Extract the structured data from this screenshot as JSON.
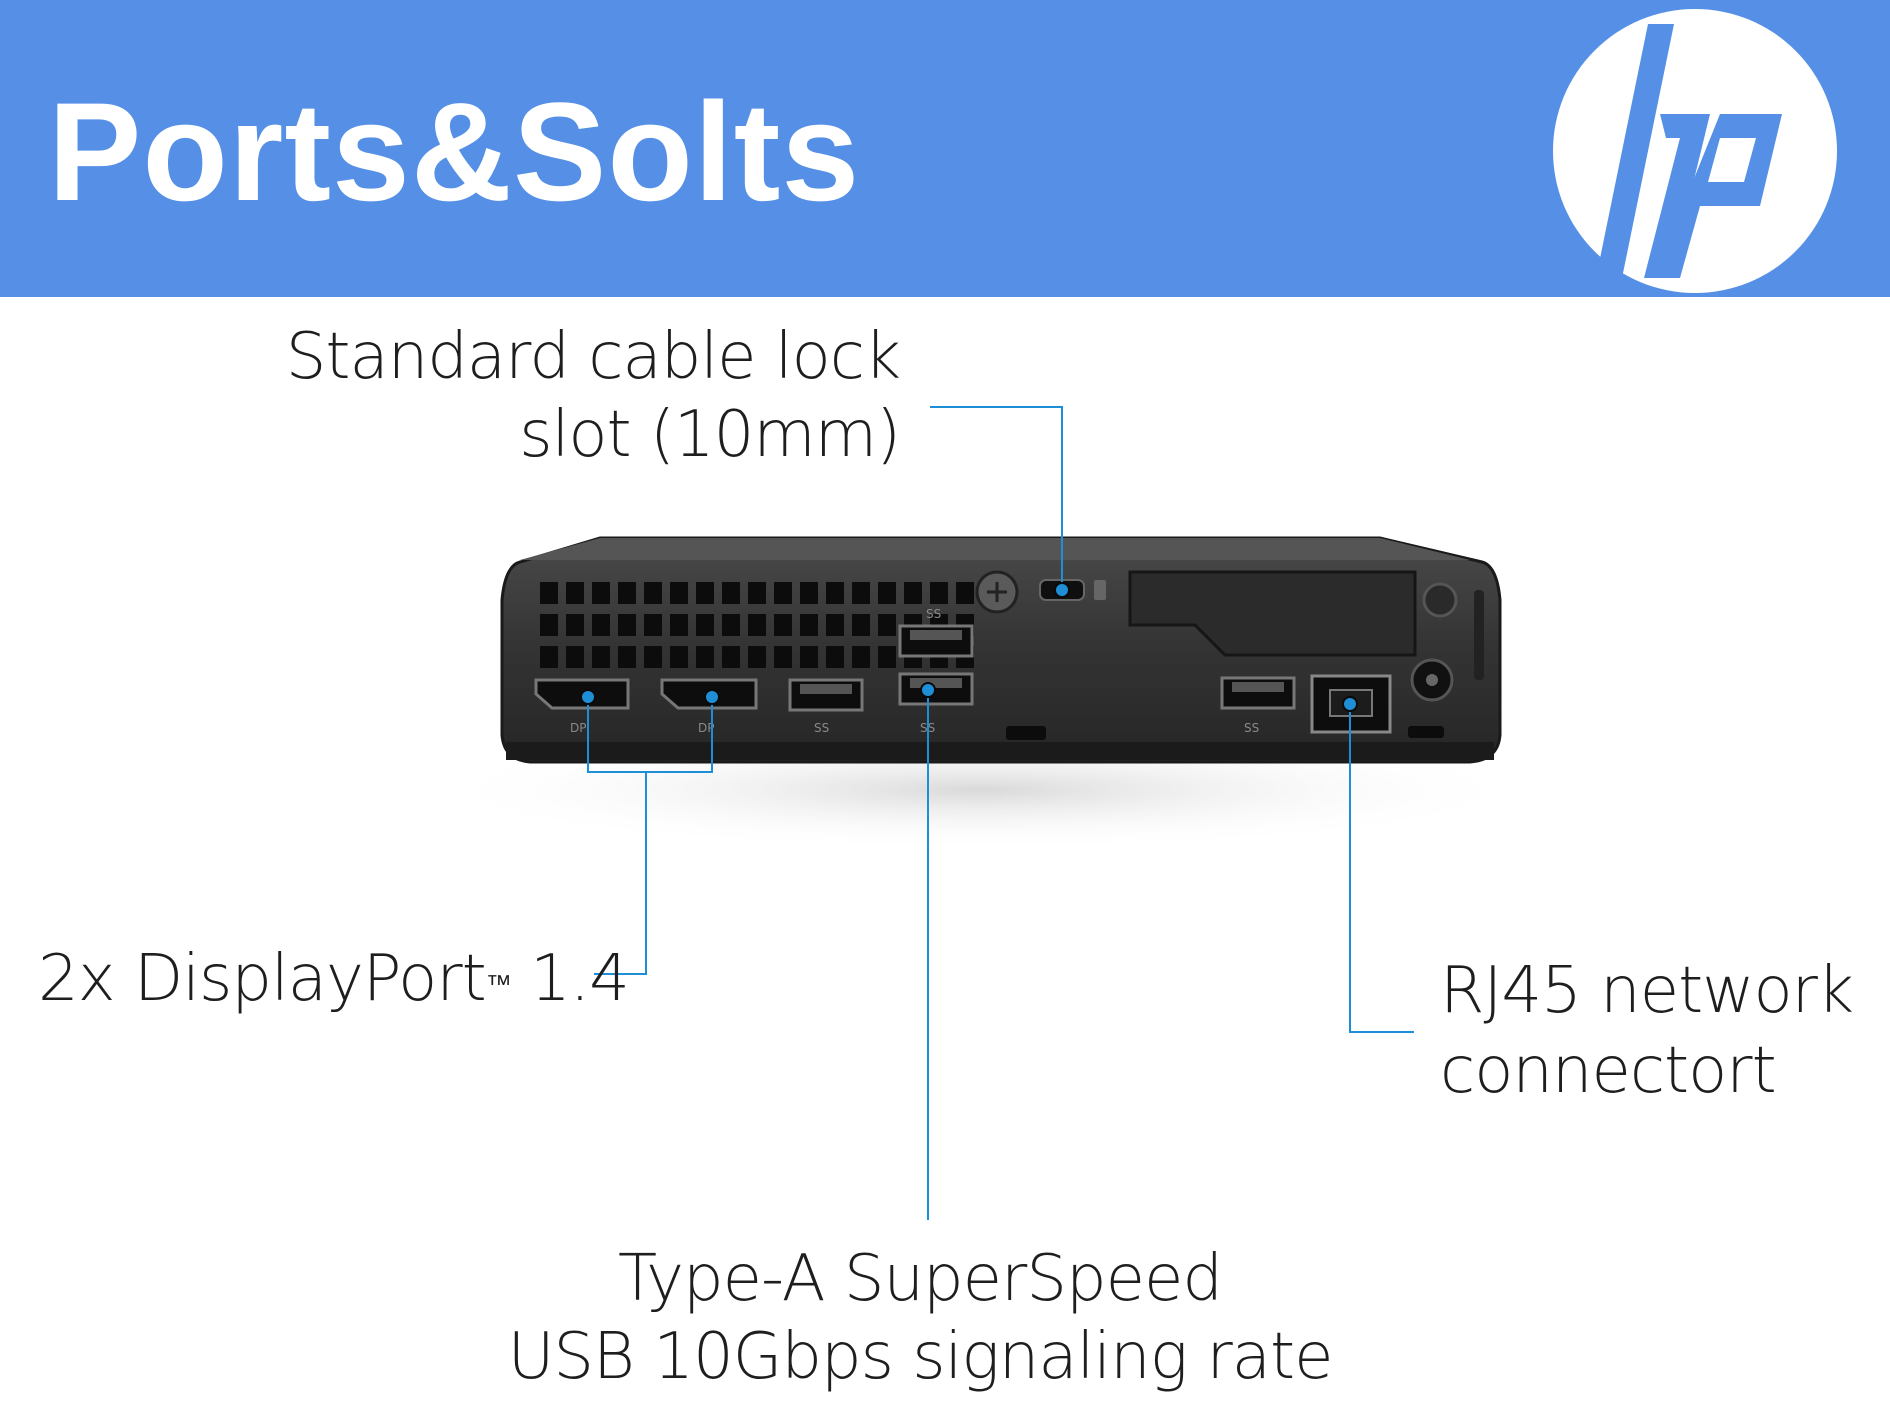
{
  "header": {
    "title": "Ports&Solts",
    "logo_text": "hp",
    "background_color": "#5590e6",
    "logo_color": "#5590e6"
  },
  "callouts": {
    "cable_lock": {
      "line1": "Standard cable lock",
      "line2": "slot (10mm)"
    },
    "displayport": {
      "text": "2x DisplayPort",
      "trademark": "™",
      "version": " 1.4"
    },
    "rj45": {
      "line1": "RJ45 network",
      "line2": "connectort"
    },
    "usb": {
      "line1": "Type-A SuperSpeed",
      "line2": "USB 10Gbps signaling rate"
    }
  },
  "port_icons": {
    "dp_symbol": "DP",
    "usb_symbol": "SS",
    "accent_color": "#1e8fd6"
  }
}
